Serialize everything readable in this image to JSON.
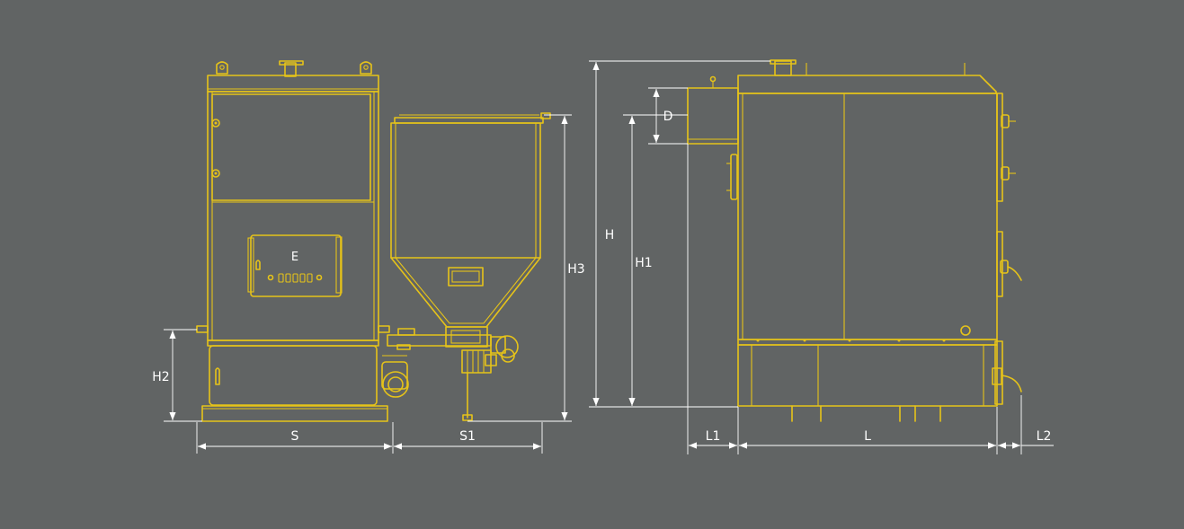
{
  "colors": {
    "background": "#616464",
    "outline": "#e6c319",
    "dimension": "#ffffff"
  },
  "front_view": {
    "door_label": "E",
    "dimensions": {
      "h2": "H2",
      "h3": "H3",
      "s": "S",
      "s1": "S1"
    }
  },
  "side_view": {
    "dimensions": {
      "h": "H",
      "h1": "H1",
      "d": "D",
      "l1": "L1",
      "l": "L",
      "l2": "L2"
    }
  }
}
